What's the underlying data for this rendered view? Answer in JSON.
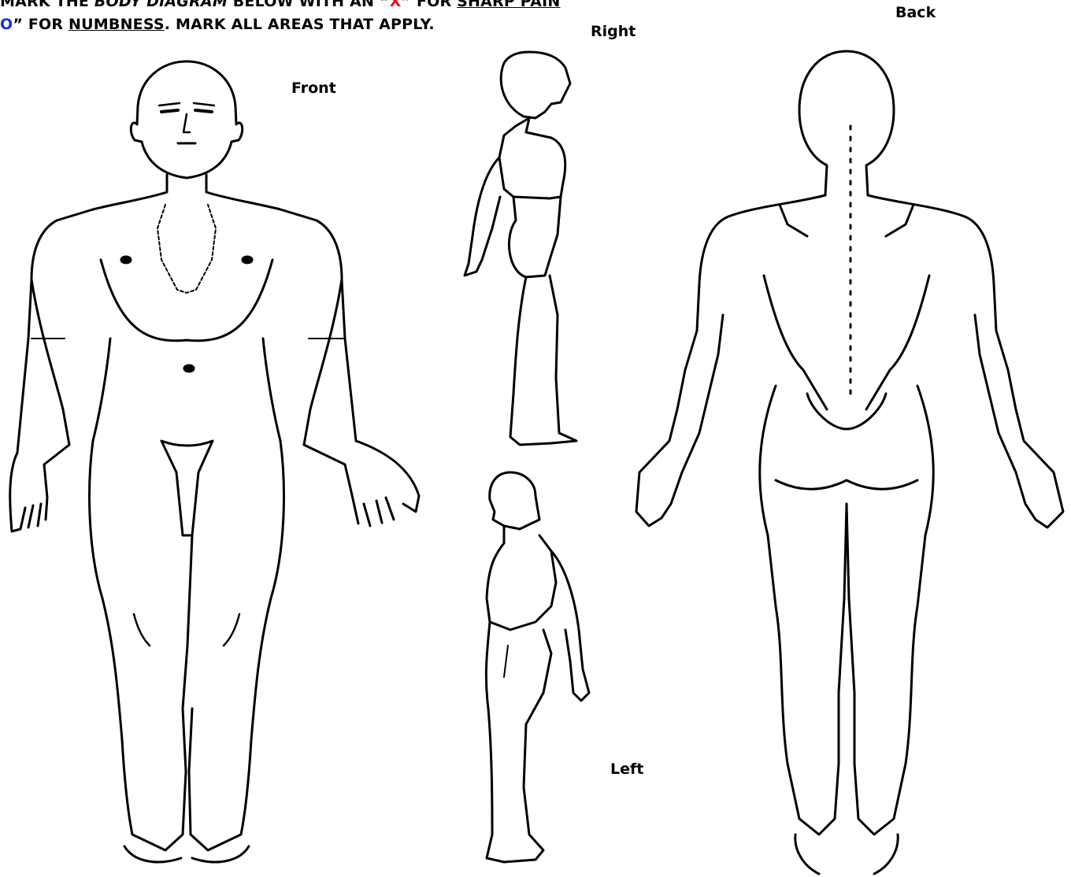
{
  "instructions": {
    "line1_prefix": "MARK THE ",
    "line1_italic": "BODY DIAGRAM",
    "line1_mid": " BELOW WITH AN “",
    "line1_symbol": "X",
    "line1_after_symbol": "” FOR ",
    "line1_underlined": "SHARP PAIN",
    "line2_symbol": "O",
    "line2_mid": "” FOR ",
    "line2_underlined": "NUMBNESS",
    "line2_rest": ".  MARK ALL AREAS THAT APPLY."
  },
  "views": {
    "front": "Front",
    "right": "Right",
    "left": "Left",
    "back": "Back"
  },
  "colors": {
    "sharp_pain_symbol": "#e0161d",
    "numbness_symbol": "#1f2fd6"
  }
}
